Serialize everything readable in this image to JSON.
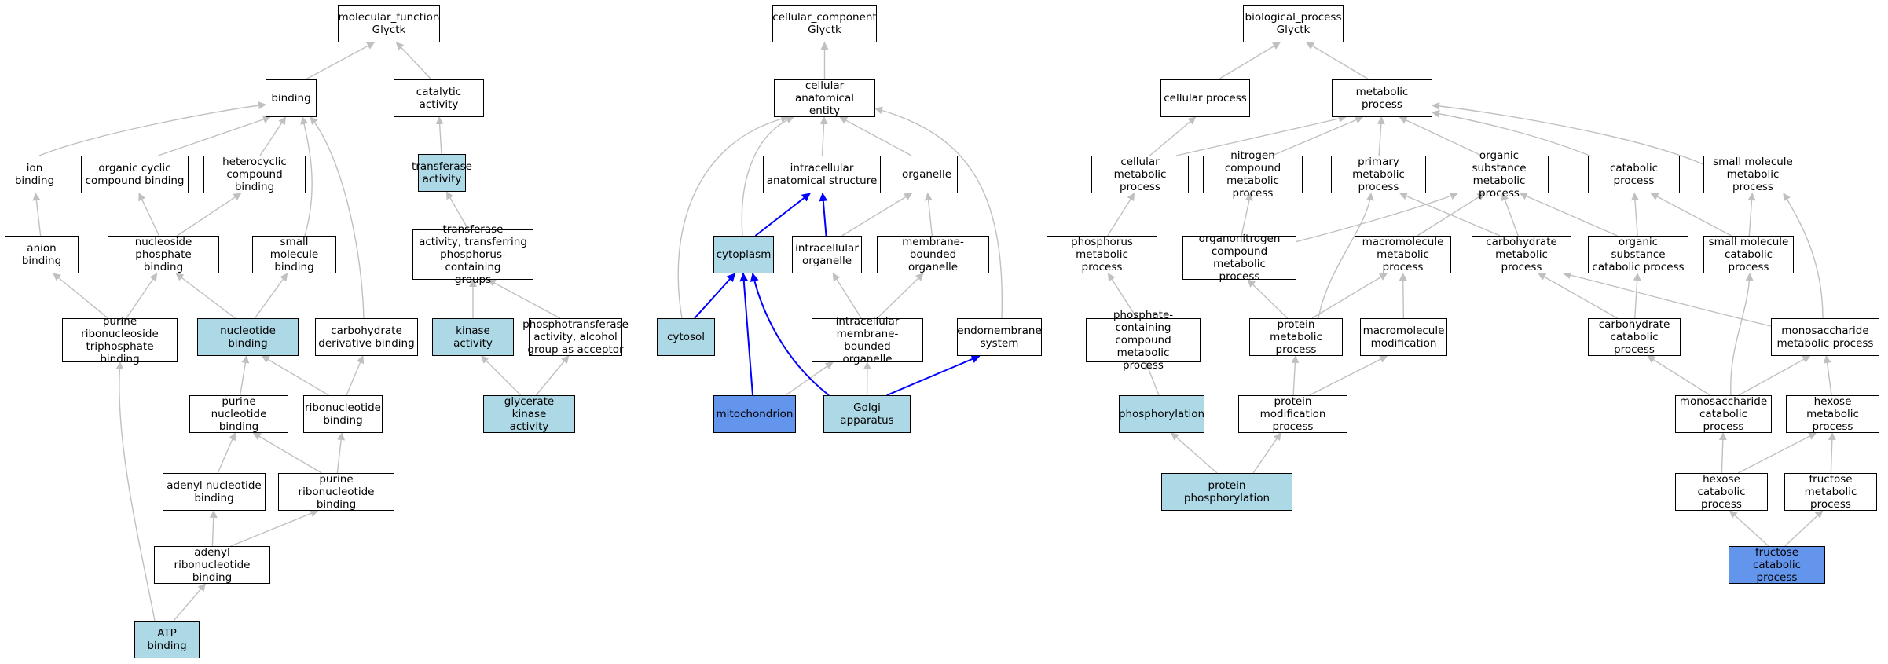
{
  "graph": {
    "colors": {
      "default": "#ffffff",
      "light": "#add8e6",
      "dark": "#6495ed",
      "edge": "#c0c0c0",
      "edge_strong": "#0000ff"
    },
    "nodes": {
      "mf": {
        "text": "molecular_function\nGlyctk",
        "fill": "default"
      },
      "binding": {
        "text": "binding",
        "fill": "default"
      },
      "catalytic": {
        "text": "catalytic activity",
        "fill": "default"
      },
      "ionbind": {
        "text": "ion binding",
        "fill": "default"
      },
      "orgcyclic": {
        "text": "organic cyclic\ncompound binding",
        "fill": "default"
      },
      "heterocyclic": {
        "text": "heterocyclic\ncompound binding",
        "fill": "default"
      },
      "transferase": {
        "text": "transferase\nactivity",
        "fill": "light"
      },
      "anion": {
        "text": "anion binding",
        "fill": "default"
      },
      "nucphos": {
        "text": "nucleoside phosphate\nbinding",
        "fill": "default"
      },
      "smallmol": {
        "text": "small molecule\nbinding",
        "fill": "default"
      },
      "transphos": {
        "text": "transferase\nactivity, transferring\nphosphorus-containing\ngroups",
        "fill": "default"
      },
      "prtp": {
        "text": "purine ribonucleoside\ntriphosphate\nbinding",
        "fill": "default"
      },
      "nucbind": {
        "text": "nucleotide binding",
        "fill": "light"
      },
      "carbderiv": {
        "text": "carbohydrate\nderivative binding",
        "fill": "default"
      },
      "kinase": {
        "text": "kinase activity",
        "fill": "light"
      },
      "phosalc": {
        "text": "phosphotransferase\nactivity, alcohol\ngroup as acceptor",
        "fill": "default"
      },
      "purnuc": {
        "text": "purine nucleotide\nbinding",
        "fill": "default"
      },
      "ribonuc": {
        "text": "ribonucleotide\nbinding",
        "fill": "default"
      },
      "glyk": {
        "text": "glycerate kinase\nactivity",
        "fill": "light"
      },
      "adenylnuc": {
        "text": "adenyl nucleotide\nbinding",
        "fill": "default"
      },
      "purribo": {
        "text": "purine ribonucleotide\nbinding",
        "fill": "default"
      },
      "adenylribo": {
        "text": "adenyl ribonucleotide\nbinding",
        "fill": "default"
      },
      "atp": {
        "text": "ATP binding",
        "fill": "light"
      },
      "cc": {
        "text": "cellular_component\nGlyctk",
        "fill": "default"
      },
      "cae": {
        "text": "cellular anatomical\nentity",
        "fill": "default"
      },
      "ias": {
        "text": "intracellular\nanatomical structure",
        "fill": "default"
      },
      "organelle": {
        "text": "organelle",
        "fill": "default"
      },
      "cytoplasm": {
        "text": "cytoplasm",
        "fill": "light"
      },
      "intraorg": {
        "text": "intracellular\norganelle",
        "fill": "default"
      },
      "mbo": {
        "text": "membrane-bounded\norganelle",
        "fill": "default"
      },
      "cytosol": {
        "text": "cytosol",
        "fill": "light"
      },
      "imbo": {
        "text": "intracellular\nmembrane-bounded\norganelle",
        "fill": "default"
      },
      "endomem": {
        "text": "endomembrane\nsystem",
        "fill": "default"
      },
      "mito": {
        "text": "mitochondrion",
        "fill": "dark"
      },
      "golgi": {
        "text": "Golgi apparatus",
        "fill": "light"
      },
      "bp": {
        "text": "biological_process\nGlyctk",
        "fill": "default"
      },
      "cellproc": {
        "text": "cellular process",
        "fill": "default"
      },
      "metab": {
        "text": "metabolic process",
        "fill": "default"
      },
      "cellmet": {
        "text": "cellular metabolic\nprocess",
        "fill": "default"
      },
      "nitro": {
        "text": "nitrogen compound\nmetabolic process",
        "fill": "default"
      },
      "primary": {
        "text": "primary metabolic\nprocess",
        "fill": "default"
      },
      "orgsub": {
        "text": "organic substance\nmetabolic process",
        "fill": "default"
      },
      "catab": {
        "text": "catabolic process",
        "fill": "default"
      },
      "smallmet": {
        "text": "small molecule\nmetabolic process",
        "fill": "default"
      },
      "phosmet": {
        "text": "phosphorus metabolic\nprocess",
        "fill": "default"
      },
      "orgnitro": {
        "text": "organonitrogen\ncompound metabolic\nprocess",
        "fill": "default"
      },
      "macromet": {
        "text": "macromolecule\nmetabolic process",
        "fill": "default"
      },
      "carbmet": {
        "text": "carbohydrate\nmetabolic process",
        "fill": "default"
      },
      "orgsubcat": {
        "text": "organic substance\ncatabolic process",
        "fill": "default"
      },
      "smallcat": {
        "text": "small molecule\ncatabolic process",
        "fill": "default"
      },
      "phoscont": {
        "text": "phosphate-containing\ncompound metabolic\nprocess",
        "fill": "default"
      },
      "protmet": {
        "text": "protein metabolic\nprocess",
        "fill": "default"
      },
      "macromod": {
        "text": "macromolecule\nmodification",
        "fill": "default"
      },
      "carbcat": {
        "text": "carbohydrate\ncatabolic process",
        "fill": "default"
      },
      "monomet": {
        "text": "monosaccharide\nmetabolic process",
        "fill": "default"
      },
      "phosphorylation": {
        "text": "phosphorylation",
        "fill": "light"
      },
      "protmod": {
        "text": "protein modification\nprocess",
        "fill": "default"
      },
      "monocat": {
        "text": "monosaccharide\ncatabolic process",
        "fill": "default"
      },
      "hexmet": {
        "text": "hexose metabolic\nprocess",
        "fill": "default"
      },
      "protphos": {
        "text": "protein phosphorylation",
        "fill": "light"
      },
      "hexcat": {
        "text": "hexose catabolic\nprocess",
        "fill": "default"
      },
      "frucmet": {
        "text": "fructose metabolic\nprocess",
        "fill": "default"
      },
      "fruccat": {
        "text": "fructose catabolic\nprocess",
        "fill": "dark"
      }
    },
    "edges": [
      [
        "binding",
        "mf"
      ],
      [
        "catalytic",
        "mf"
      ],
      [
        "ionbind",
        "binding"
      ],
      [
        "orgcyclic",
        "binding"
      ],
      [
        "heterocyclic",
        "binding"
      ],
      [
        "smallmol",
        "binding"
      ],
      [
        "carbderiv",
        "binding"
      ],
      [
        "transferase",
        "catalytic"
      ],
      [
        "anion",
        "ionbind"
      ],
      [
        "nucphos",
        "orgcyclic"
      ],
      [
        "nucphos",
        "heterocyclic"
      ],
      [
        "transphos",
        "transferase"
      ],
      [
        "prtp",
        "anion"
      ],
      [
        "prtp",
        "nucphos"
      ],
      [
        "nucbind",
        "nucphos"
      ],
      [
        "nucbind",
        "smallmol"
      ],
      [
        "kinase",
        "transphos"
      ],
      [
        "phosalc",
        "transphos"
      ],
      [
        "purnuc",
        "nucbind"
      ],
      [
        "ribonuc",
        "nucbind"
      ],
      [
        "ribonuc",
        "carbderiv"
      ],
      [
        "glyk",
        "kinase"
      ],
      [
        "glyk",
        "phosalc"
      ],
      [
        "adenylnuc",
        "purnuc"
      ],
      [
        "purribo",
        "purnuc"
      ],
      [
        "purribo",
        "ribonuc"
      ],
      [
        "adenylribo",
        "adenylnuc"
      ],
      [
        "adenylribo",
        "purribo"
      ],
      [
        "atp",
        "adenylribo"
      ],
      [
        "atp",
        "prtp"
      ],
      [
        "cae",
        "cc"
      ],
      [
        "ias",
        "cae"
      ],
      [
        "organelle",
        "cae"
      ],
      [
        "cytoplasm",
        "cae"
      ],
      [
        "cytosol",
        "cae"
      ],
      [
        "endomem",
        "cae"
      ],
      [
        "intraorg",
        "organelle"
      ],
      [
        "mbo",
        "organelle"
      ],
      [
        "imbo",
        "intraorg"
      ],
      [
        "imbo",
        "mbo"
      ],
      [
        "mito",
        "imbo"
      ],
      [
        "golgi",
        "imbo"
      ],
      [
        "cellproc",
        "bp"
      ],
      [
        "metab",
        "bp"
      ],
      [
        "cellmet",
        "cellproc"
      ],
      [
        "cellmet",
        "metab"
      ],
      [
        "nitro",
        "metab"
      ],
      [
        "primary",
        "metab"
      ],
      [
        "orgsub",
        "metab"
      ],
      [
        "catab",
        "metab"
      ],
      [
        "smallmet",
        "metab"
      ],
      [
        "phosmet",
        "cellmet"
      ],
      [
        "orgnitro",
        "nitro"
      ],
      [
        "orgnitro",
        "orgsub"
      ],
      [
        "macromet",
        "orgsub"
      ],
      [
        "carbmet",
        "primary"
      ],
      [
        "carbmet",
        "orgsub"
      ],
      [
        "orgsubcat",
        "orgsub"
      ],
      [
        "orgsubcat",
        "catab"
      ],
      [
        "smallcat",
        "catab"
      ],
      [
        "smallcat",
        "smallmet"
      ],
      [
        "phoscont",
        "phosmet"
      ],
      [
        "protmet",
        "orgnitro"
      ],
      [
        "protmet",
        "primary"
      ],
      [
        "protmet",
        "macromet"
      ],
      [
        "macromod",
        "macromet"
      ],
      [
        "carbcat",
        "carbmet"
      ],
      [
        "carbcat",
        "orgsubcat"
      ],
      [
        "monomet",
        "carbmet"
      ],
      [
        "monomet",
        "smallmet"
      ],
      [
        "phosphorylation",
        "phoscont"
      ],
      [
        "protmod",
        "protmet"
      ],
      [
        "protmod",
        "macromod"
      ],
      [
        "monocat",
        "carbcat"
      ],
      [
        "monocat",
        "monomet"
      ],
      [
        "monocat",
        "smallcat"
      ],
      [
        "hexmet",
        "monomet"
      ],
      [
        "protphos",
        "phosphorylation"
      ],
      [
        "protphos",
        "protmod"
      ],
      [
        "hexcat",
        "monocat"
      ],
      [
        "hexcat",
        "hexmet"
      ],
      [
        "frucmet",
        "hexmet"
      ],
      [
        "fruccat",
        "hexcat"
      ],
      [
        "fruccat",
        "frucmet"
      ]
    ],
    "strong_edges": [
      [
        "cytoplasm",
        "ias"
      ],
      [
        "intraorg",
        "ias"
      ],
      [
        "cytosol",
        "cytoplasm"
      ],
      [
        "mito",
        "cytoplasm"
      ],
      [
        "golgi",
        "cytoplasm"
      ],
      [
        "golgi",
        "endomem"
      ]
    ]
  }
}
